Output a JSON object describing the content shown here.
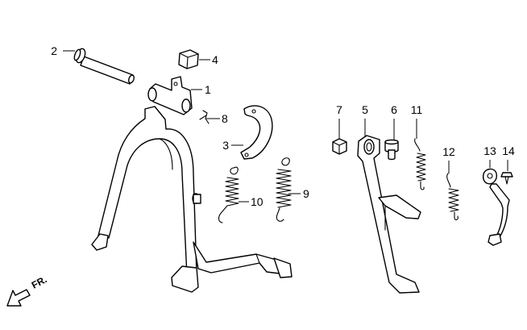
{
  "callouts": {
    "c1": "1",
    "c2": "2",
    "c3": "3",
    "c4": "4",
    "c5": "5",
    "c6": "6",
    "c7": "7",
    "c8": "8",
    "c9": "9",
    "c10": "10",
    "c11": "11",
    "c12": "12",
    "c13": "13",
    "c14": "14"
  },
  "direction": {
    "label": "FR."
  },
  "colors": {
    "line": "#000000",
    "background": "#ffffff"
  }
}
